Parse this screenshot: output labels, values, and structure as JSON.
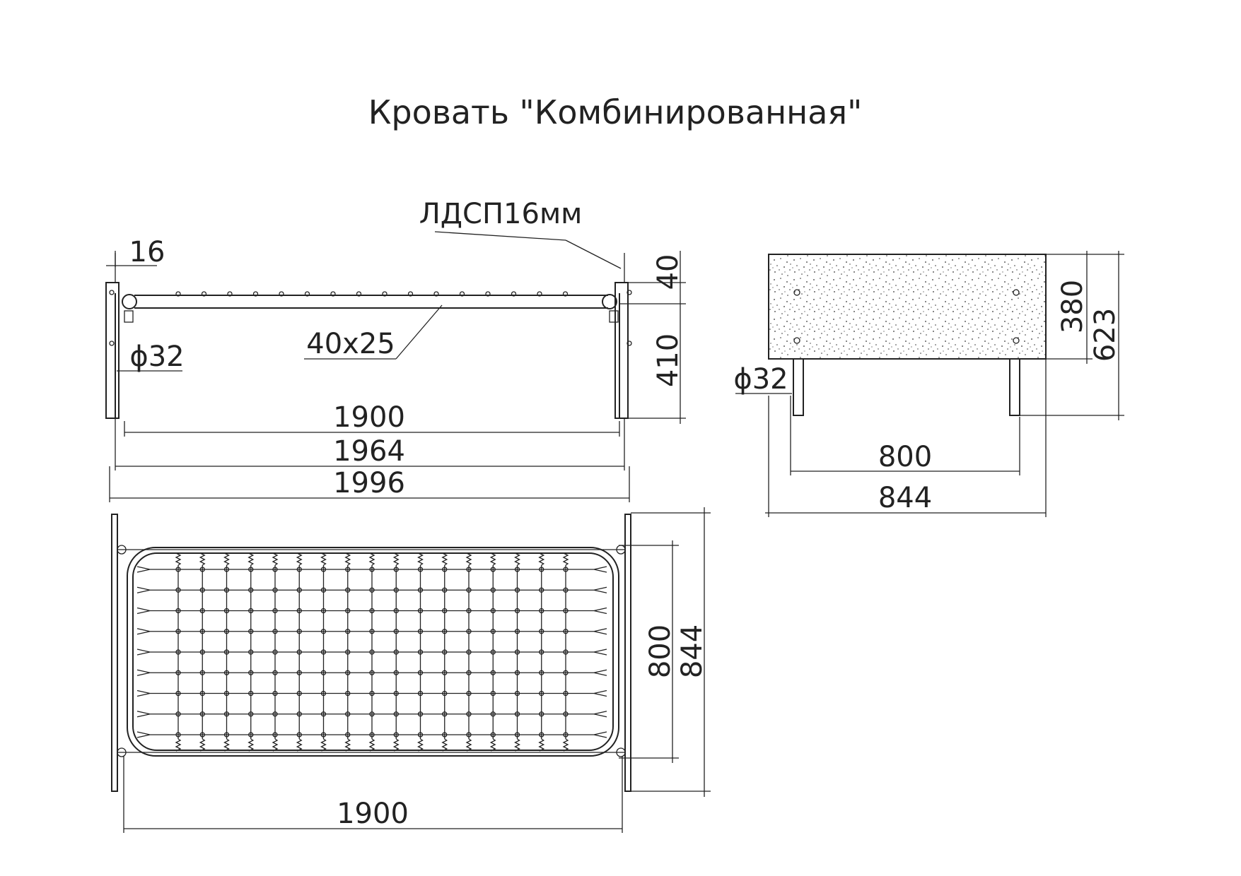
{
  "title": "Кровать \"Комбинированная\"",
  "side_view": {
    "material_label": "ЛДСП16мм",
    "thickness": "16",
    "profile": "40x25",
    "tube_diameter": "ϕ32",
    "dim_headboard_top": "40",
    "dim_leg_height": "410",
    "dim_inner_length": "1900",
    "dim_mid_length": "1964",
    "dim_total_length": "1996"
  },
  "end_view": {
    "tube_diameter": "ϕ32",
    "dim_board_height": "380",
    "dim_total_height": "623",
    "dim_inner_width": "800",
    "dim_total_width": "844"
  },
  "top_view": {
    "dim_length": "1900",
    "dim_inner_width": "800",
    "dim_total_width": "844"
  }
}
